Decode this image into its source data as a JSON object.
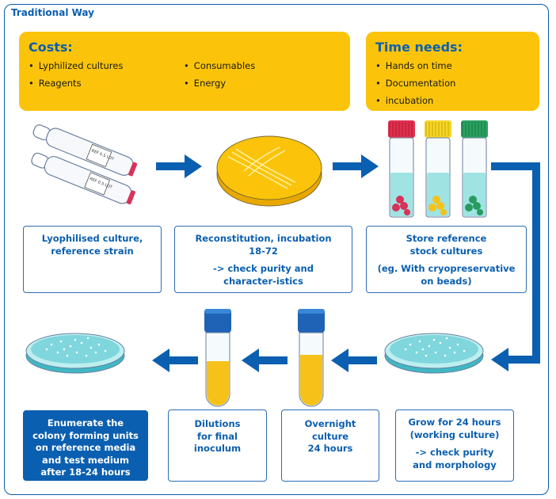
{
  "title": "Traditional Way",
  "costs": {
    "heading": "Costs:",
    "items": [
      "Lyphilized cultures",
      "Reagents",
      "Consumables",
      "Energy"
    ]
  },
  "time_needs": {
    "heading": "Time needs:",
    "items": [
      "Hands on time",
      "Documentation",
      "incubation"
    ]
  },
  "steps": [
    {
      "lines": [
        "Lyophilised culture,",
        "reference strain"
      ]
    },
    {
      "lines": [
        "Reconstitution, incubation",
        "18-72",
        "",
        "-> check purity and",
        "character-istics"
      ]
    },
    {
      "lines": [
        "Store reference",
        "stock cultures",
        "",
        "(eg. With cryopreservative",
        "on beads)"
      ]
    },
    {
      "lines": [
        "Grow for 24 hours",
        "(working culture)",
        "",
        "-> check purity",
        "and morphology"
      ]
    },
    {
      "lines": [
        "Overnight",
        "culture",
        "24 hours"
      ]
    },
    {
      "lines": [
        "Dilutions",
        "for final",
        "inoculum"
      ]
    },
    {
      "lines": [
        "Enumerate the",
        "colony forming units",
        "on reference media",
        "and test medium",
        "after 18-24 hours"
      ]
    }
  ],
  "vial_labels": [
    "REF 0.5 LOT",
    "REF 0.5 LOT"
  ],
  "colors": {
    "accent_blue": "#0b5fb0",
    "yellow": "#fbc40a",
    "teal": "#9fe3e3",
    "tube_yellow": "#f6c21a"
  }
}
